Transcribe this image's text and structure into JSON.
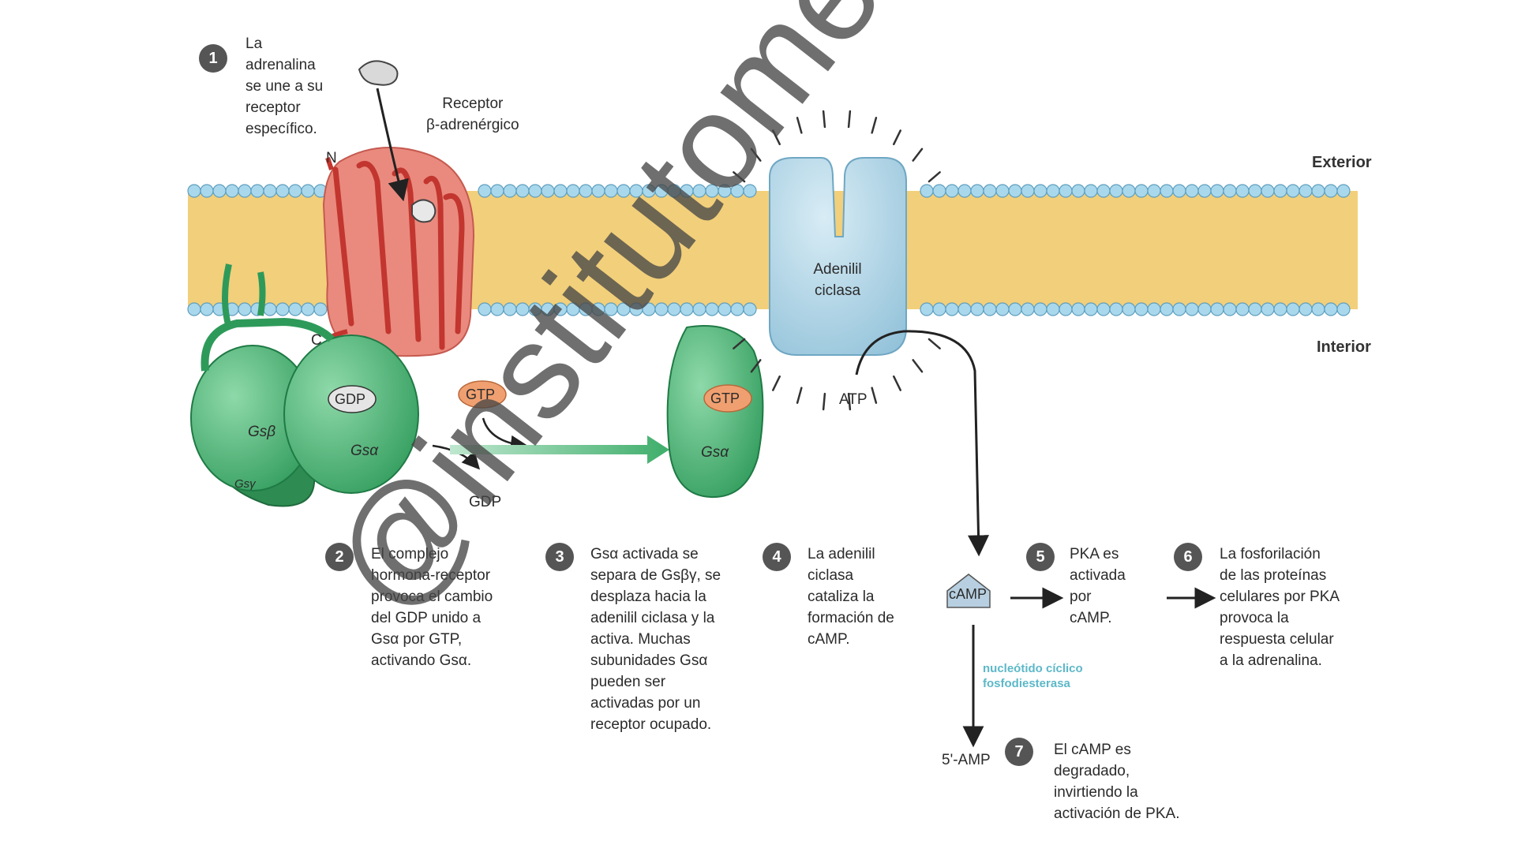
{
  "labels": {
    "exterior": "Exterior",
    "interior": "Interior",
    "receptor_lines": [
      "Receptor",
      "β-adrenérgico"
    ],
    "n_terminus": "N",
    "c_terminus": "C",
    "adenylyl_lines": [
      "Adenilil",
      "ciclasa"
    ],
    "gdp": "GDP",
    "gtp": "GTP",
    "gdp_released": "GDP",
    "atp": "ATP",
    "camp": "cAMP",
    "amp": "5'-AMP",
    "g_beta": "Gsβ",
    "g_alpha": "Gsα",
    "g_gamma": "Gsγ",
    "enzyme_lines": [
      "nucleótido cíclico",
      "fosfodiesterasa"
    ]
  },
  "steps": [
    {
      "num": "1",
      "lines": [
        "La",
        "adrenalina",
        "se une a su",
        "receptor",
        "específico."
      ]
    },
    {
      "num": "2",
      "lines": [
        "El complejo",
        "hormona-receptor",
        "provoca el cambio",
        "del GDP unido a",
        "Gsα por GTP,",
        "activando Gsα."
      ]
    },
    {
      "num": "3",
      "lines": [
        "Gsα activada se",
        "separa de Gsβγ, se",
        "desplaza hacia la",
        "adenilil ciclasa y la",
        "activa. Muchas",
        "subunidades Gsα",
        "pueden ser",
        "activadas por un",
        "receptor ocupado."
      ]
    },
    {
      "num": "4",
      "lines": [
        "La adenilil",
        "ciclasa",
        "cataliza la",
        "formación de",
        "cAMP."
      ]
    },
    {
      "num": "5",
      "lines": [
        "PKA es",
        "activada",
        "por",
        "cAMP."
      ]
    },
    {
      "num": "6",
      "lines": [
        "La fosforilación",
        "de las proteínas",
        "celulares por PKA",
        "provoca la",
        "respuesta celular",
        "a la adrenalina."
      ]
    },
    {
      "num": "7",
      "lines": [
        "El cAMP es",
        "degradado,",
        "invirtiendo la",
        "activación de PKA."
      ]
    }
  ],
  "watermark": "@institutomedicpro",
  "colors": {
    "membrane_core": "#f2cf7a",
    "lipid_head": "#a9d8ec",
    "receptor": "#ea8a7e",
    "receptor_dark": "#c2362f",
    "g_protein": "#3fae6b",
    "g_protein_dark": "#1f7a45",
    "adenylyl": "#a9cfe0",
    "gtp": "#f0a070",
    "camp_box": "#b7cfe0"
  }
}
